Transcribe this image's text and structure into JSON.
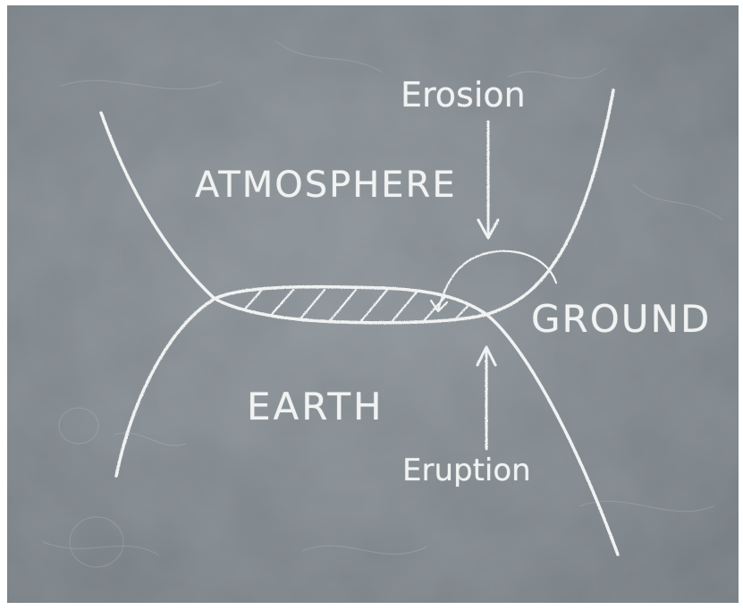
{
  "diagram": {
    "labels": {
      "erosion": "Erosion",
      "atmosphere": "ATMOSPHERE",
      "ground": "GROUND",
      "earth": "EARTH",
      "eruption": "Eruption"
    },
    "colors": {
      "board": "#80888e",
      "chalk": "#f1f3f2"
    }
  }
}
